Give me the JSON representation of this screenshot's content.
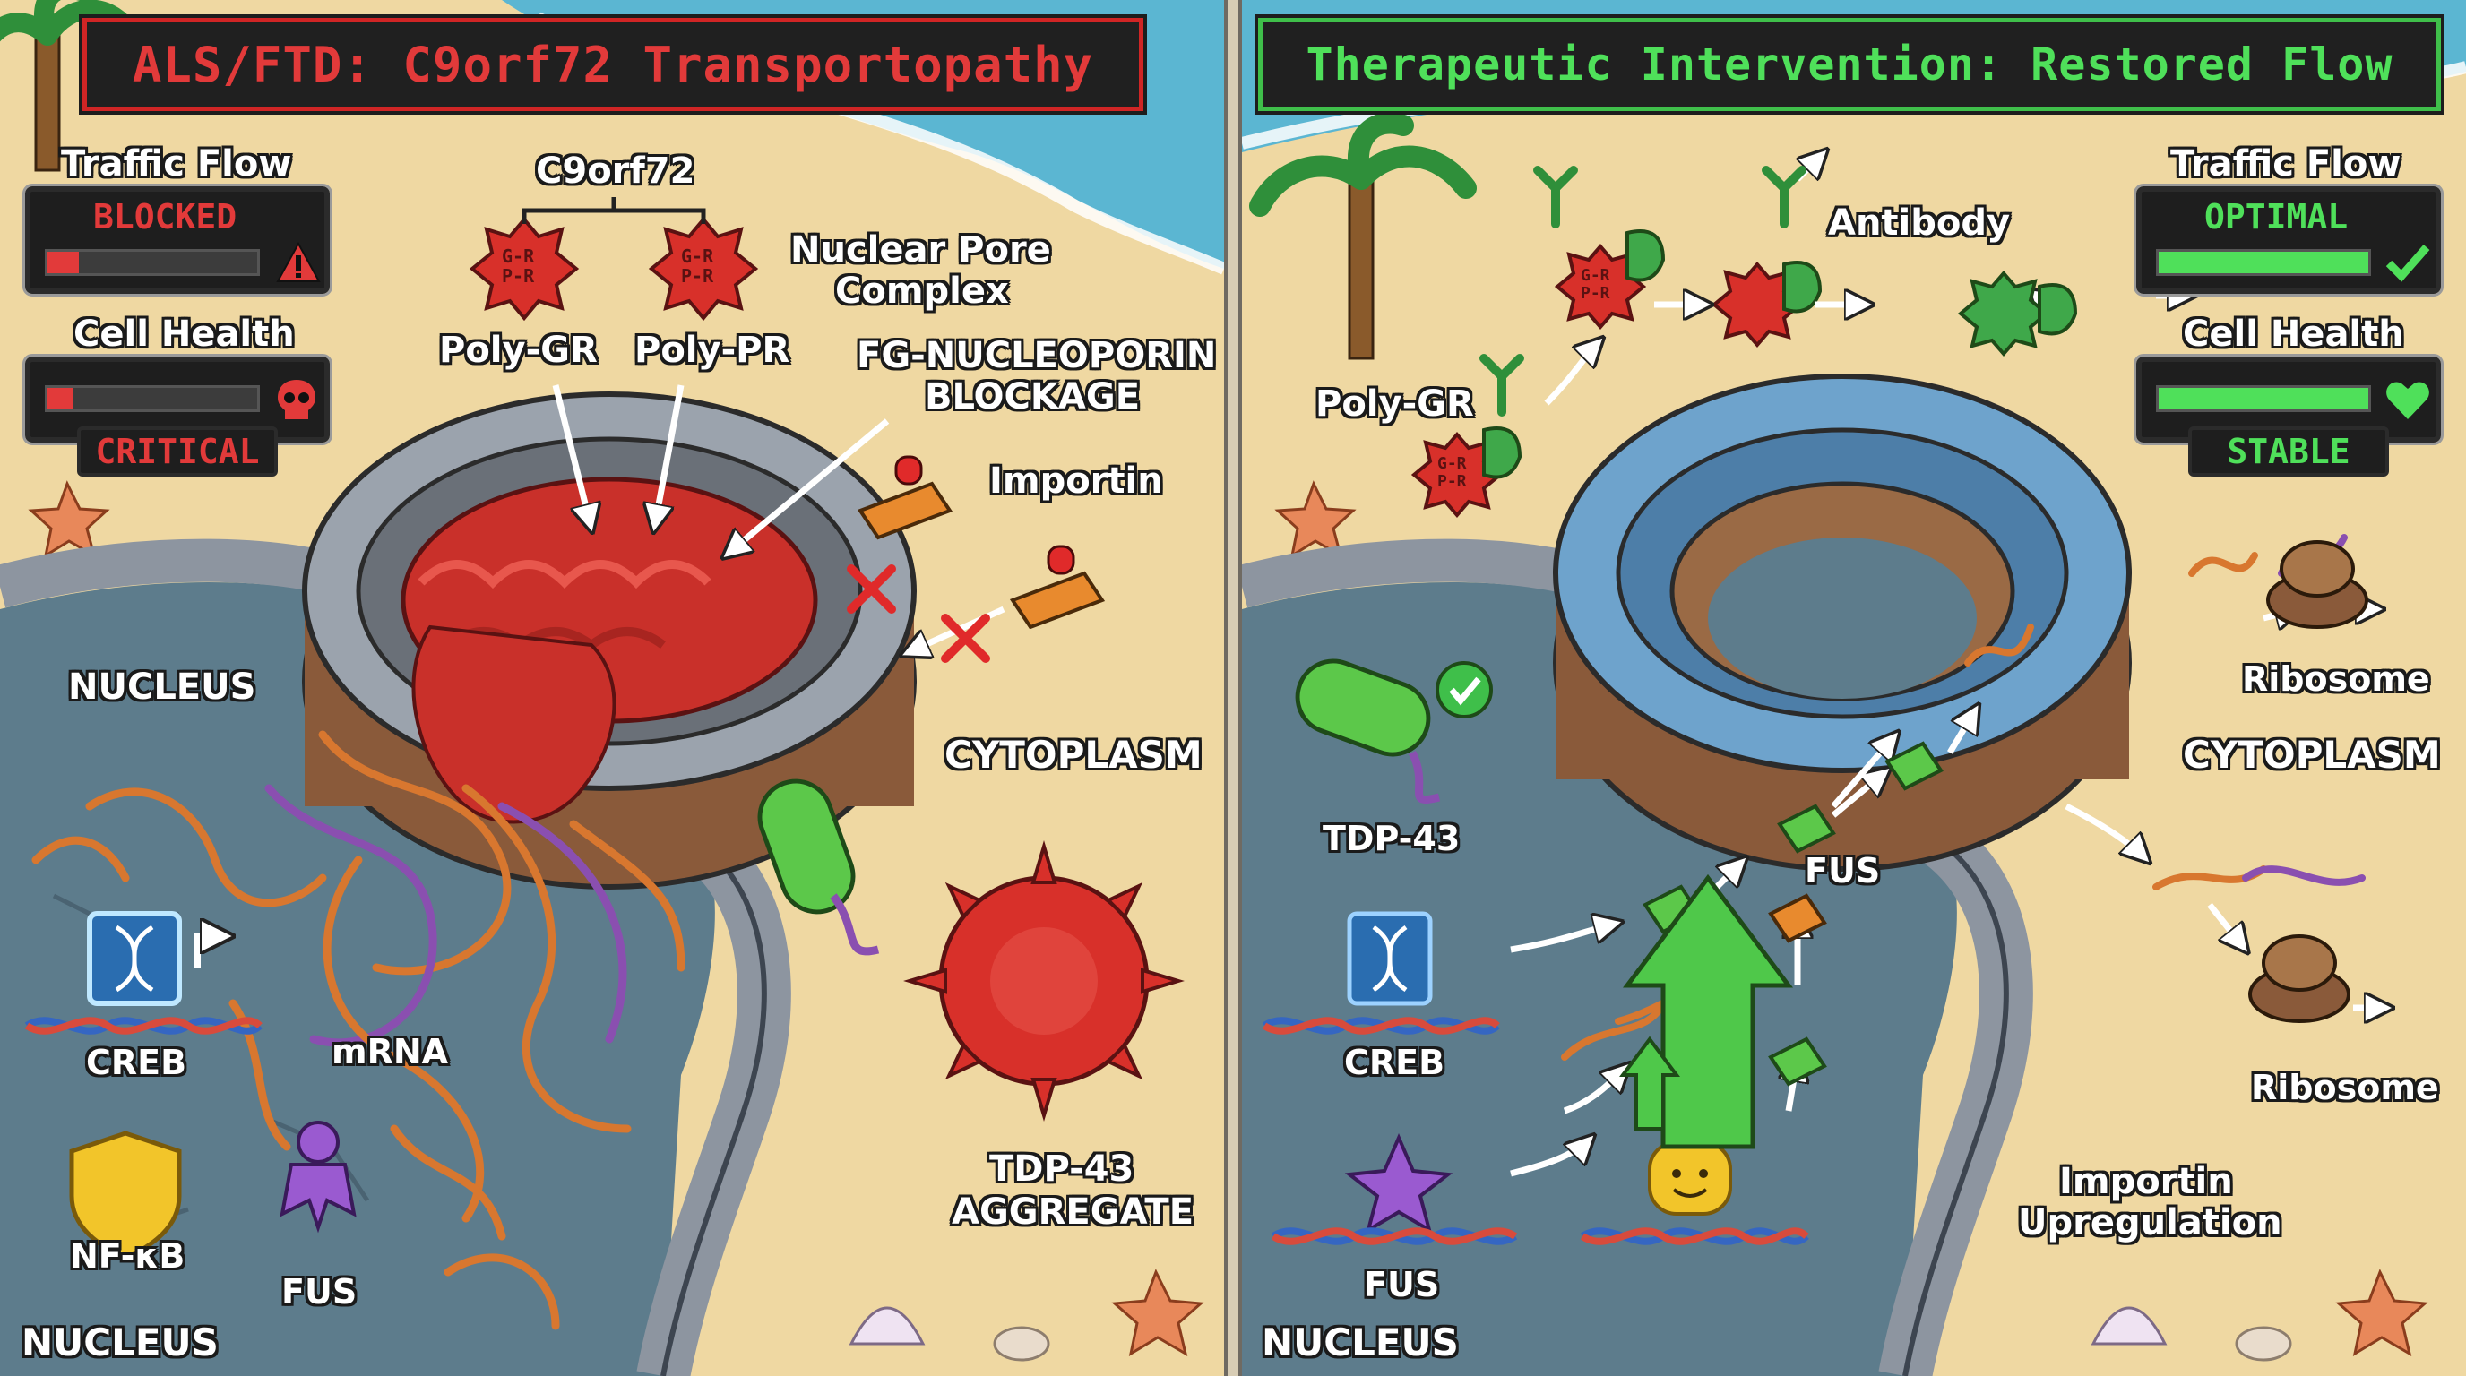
{
  "left_panel": {
    "title": "ALS/FTD: C9orf72 Transportopathy",
    "title_color": "#e23a3a",
    "traffic_flow": {
      "label": "Traffic Flow",
      "status": "BLOCKED",
      "level": 0.15,
      "icon": "warning-icon"
    },
    "cell_health": {
      "label": "Cell Health",
      "status": "CRITICAL",
      "level": 0.12,
      "icon": "skull-icon"
    },
    "labels": {
      "c9orf72": "C9orf72",
      "poly_gr": "Poly-GR",
      "poly_pr": "Poly-PR",
      "npc_line1": "Nuclear Pore",
      "npc_line2": "Complex",
      "fg_line1": "FG-NUCLEOPORIN",
      "fg_line2": "BLOCKAGE",
      "importin": "Importin",
      "nucleus_top": "NUCLEUS",
      "cytoplasm": "CYTOPLASM",
      "creb": "CREB",
      "mrna": "mRNA",
      "nfkb": "NF-κB",
      "fus": "FUS",
      "tdp_line1": "TDP-43",
      "tdp_line2": "AGGREGATE",
      "nucleus_bottom": "NUCLEUS"
    },
    "dpr_glyph_line1": "G-R",
    "dpr_glyph_line2": "P-R"
  },
  "right_panel": {
    "title": "Therapeutic Intervention: Restored Flow",
    "title_color": "#4fe05a",
    "traffic_flow": {
      "label": "Traffic Flow",
      "status": "OPTIMAL",
      "level": 1.0,
      "icon": "checkmark-icon"
    },
    "cell_health": {
      "label": "Cell Health",
      "status": "STABLE",
      "level": 1.0,
      "icon": "heart-icon"
    },
    "labels": {
      "antibody": "Antibody",
      "poly_gr": "Poly-GR",
      "ribosome_top": "Ribosome",
      "cytoplasm": "CYTOPLASM",
      "tdp43": "TDP-43",
      "fus_mid": "FUS",
      "creb": "CREB",
      "importin_line1": "Importin",
      "importin_line2": "Upregulation",
      "ribosome_bottom": "Ribosome",
      "fus_bottom": "FUS",
      "nucleus": "NUCLEUS"
    },
    "dpr_glyph_line1": "G-R",
    "dpr_glyph_line2": "P-R"
  },
  "colors": {
    "sand": "#efd8a2",
    "ocean": "#59b8d4",
    "nucleus_floor": "#5d7c8c",
    "wall_gray": "#8d95a0",
    "blocked_red": "#e23a3a",
    "healthy_green": "#4fe05a",
    "mrna_orange": "#d8772f",
    "mrna_purple": "#8a4fb0"
  }
}
